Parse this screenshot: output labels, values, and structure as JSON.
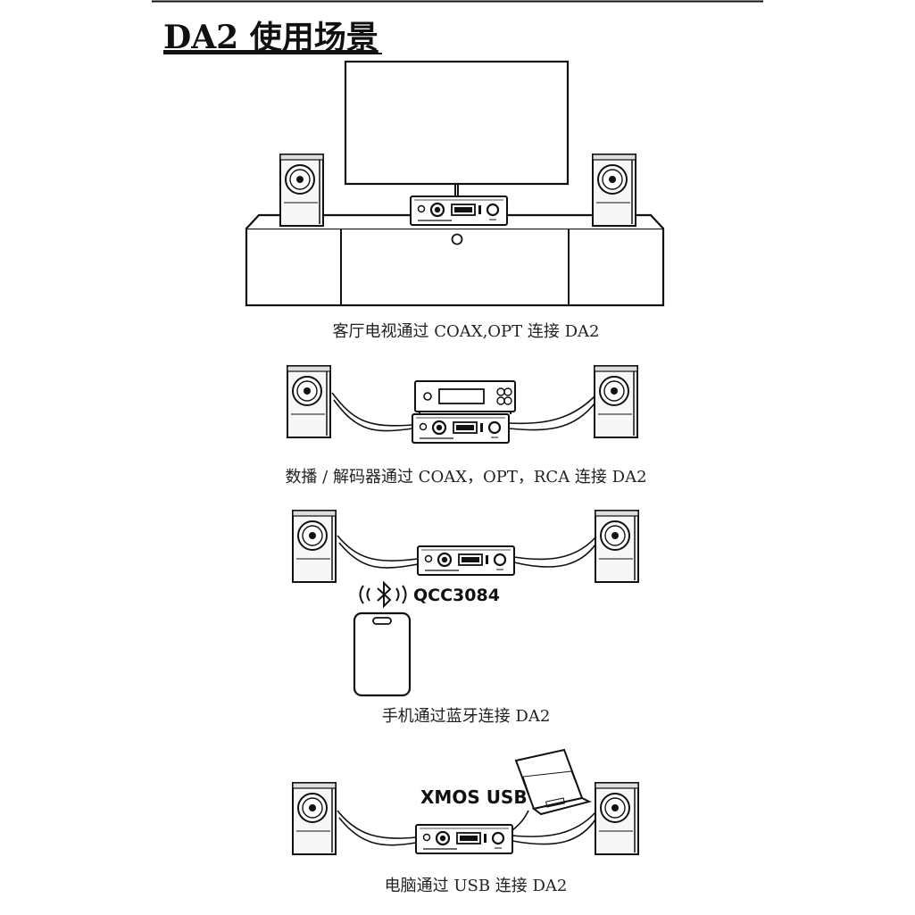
{
  "title": "DA2 使用场景",
  "scenes": [
    {
      "caption": "客厅电视通过 COAX,OPT 连接 DA2"
    },
    {
      "caption": "数播 / 解码器通过 COAX，OPT，RCA 连接 DA2"
    },
    {
      "caption": "手机通过蓝牙连接 DA2",
      "tech_label": "QCC3084"
    },
    {
      "caption": "电脑通过 USB 连接 DA2",
      "tech_label": "XMOS USB"
    }
  ],
  "colors": {
    "line": "#111111",
    "speaker_body": "#f5f5f5",
    "background": "#ffffff"
  },
  "icons": [
    "tv-icon",
    "speaker-icon",
    "da2-device-icon",
    "tv-cabinet-icon",
    "network-player-icon",
    "bluetooth-icon",
    "phone-icon",
    "laptop-icon"
  ]
}
